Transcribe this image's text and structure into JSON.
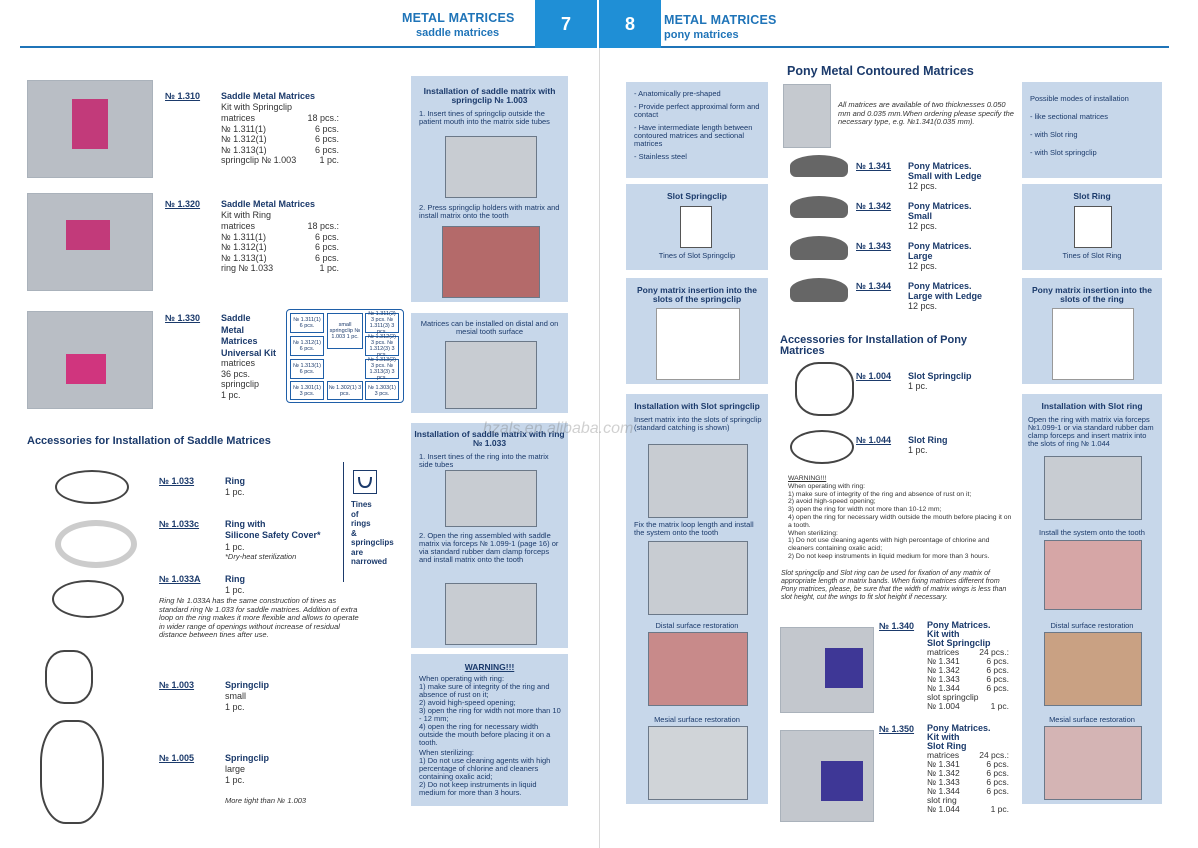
{
  "left": {
    "header_title": "METAL MATRICES",
    "header_sub": "saddle  matrices",
    "page_number": "7",
    "products": [
      {
        "num": "№ 1.310",
        "name": "Saddle Metal Matrices",
        "desc": "Kit with Springclip",
        "lines": [
          [
            "matrices",
            "18 pcs.:"
          ],
          [
            "№ 1.311(1)",
            "6 pcs."
          ],
          [
            "№ 1.312(1)",
            "6 pcs."
          ],
          [
            "№ 1.313(1)",
            "6 pcs."
          ],
          [
            "springclip № 1.003",
            "1 pc."
          ]
        ]
      },
      {
        "num": "№ 1.320",
        "name": "Saddle Metal Matrices",
        "desc": "Kit with Ring",
        "lines": [
          [
            "matrices",
            "18 pcs.:"
          ],
          [
            "№ 1.311(1)",
            "6 pcs."
          ],
          [
            "№ 1.312(1)",
            "6 pcs."
          ],
          [
            "№ 1.313(1)",
            "6 pcs."
          ],
          [
            "ring № 1.033",
            "1 pc."
          ]
        ]
      },
      {
        "num": "№ 1.330",
        "name_lines": [
          "Saddle",
          "Metal",
          "Matrices",
          "Universal Kit"
        ],
        "lines": [
          "matrices",
          "36 pcs.",
          "springclip",
          "1 pc."
        ]
      }
    ],
    "kit_grid": [
      "№ 1.311(1) 6 pcs.",
      "small springclip № 1.003 1 pc.",
      "№ 1.311(2) 3 pcs. № 1.311(3) 3 pcs.",
      "№ 1.312(1) 6 pcs.",
      "№ 1.312(2) 3 pcs. № 1.312(3) 3 pcs.",
      "№ 1.313(1) 6 pcs.",
      "№ 1.313(2) 3 pcs. № 1.313(3) 3 pcs.",
      "№ 1.301(1) 3 pcs.",
      "№ 1.302(1) 3 pcs.",
      "№ 1.303(1) 3 pcs."
    ],
    "accessories_title": "Accessories for Installation of Saddle Matrices",
    "accessories": [
      {
        "num": "№ 1.033",
        "name": "Ring",
        "qty": "1 pc."
      },
      {
        "num": "№ 1.033c",
        "name": "Ring with",
        "name2": "Silicone Safety Cover*",
        "qty": "1 pc.",
        "note": "*Dry-heat sterilization"
      },
      {
        "num": "№ 1.033A",
        "name": "Ring",
        "qty": "1 pc."
      },
      {
        "num": "№ 1.003",
        "name": "Springclip",
        "qty": "small",
        "qty2": "1 pc."
      },
      {
        "num": "№ 1.005",
        "name": "Springclip",
        "qty": "large",
        "qty2": "1 pc."
      }
    ],
    "ring_note": "Ring № 1.033A has the same construction of tines as standard ring № 1.033 for saddle matrices. Addition of extra loop on the ring makes it more flexible and allows to operate in wider range of openings without increase of residual distance between tines after use.",
    "more_tight": "More tight than № 1.003",
    "tines_note": [
      "Tines",
      "of",
      "rings",
      "&",
      "springclips",
      "are",
      "narrowed"
    ],
    "panel1_title": "Installation of saddle matrix with springclip № 1.003",
    "panel1_steps": [
      "1.  Insert tines of springclip outside the patient mouth into the matrix side tubes",
      "2.  Press springclip holders with matrix and install matrix onto the tooth"
    ],
    "panel2_text": "Matrices can be installed on distal and on mesial tooth surface",
    "panel3_title": "Installation of saddle matrix with ring № 1.033",
    "panel3_steps": [
      "1.  Insert tines of the ring into the matrix side tubes",
      "2.  Open the ring assembled with saddle matrix via forceps № 1.099-1 (page 16) or via standard rubber dam clamp forceps and install matrix onto the tooth"
    ],
    "warning_title": "WARNING!!!",
    "warning_lines": [
      "When operating with ring:",
      "1) make sure of integrity of the ring and absence of rust on it;",
      "2) avoid high-speed opening;",
      "3) open the ring for width not more than 10 - 12 mm;",
      "4) open the ring for necessary width outside the mouth before placing it on a tooth.",
      "When sterilizing:",
      "1) Do not use cleaning agents with high percentage of chlorine and cleaners containing oxalic acid;",
      "2) Do not keep instruments in liquid medium for more than 3 hours."
    ]
  },
  "right": {
    "header_title": "METAL MATRICES",
    "header_sub": "pony matrices",
    "page_number": "8",
    "main_title": "Pony Metal Contoured Matrices",
    "features": [
      "- Anatomically pre-shaped",
      "- Provide perfect approximal form and contact",
      "- Have intermediate length between contoured matrices and sectional matrices",
      "- Stainless steel"
    ],
    "thickness_note": "All matrices are available of two thicknesses 0.050 mm and 0.035 mm.When ordering please specify the necessary type, e.g. №1.341(0.035 mm).",
    "modes_title": "Possible modes of installation",
    "modes": [
      "- like sectional matrices",
      "- with Slot ring",
      "- with Slot springclip"
    ],
    "matrices": [
      {
        "num": "№ 1.341",
        "name": "Pony Matrices.",
        "name2": "Small with Ledge",
        "qty": "12 pcs."
      },
      {
        "num": "№ 1.342",
        "name": "Pony Matrices.",
        "name2": "Small",
        "qty": "12 pcs."
      },
      {
        "num": "№ 1.343",
        "name": "Pony Matrices.",
        "name2": "Large",
        "qty": "12 pcs."
      },
      {
        "num": "№ 1.344",
        "name": "Pony Matrices.",
        "name2": "Large with Ledge",
        "qty": "12 pcs."
      }
    ],
    "slot_springclip_title": "Slot Springclip",
    "slot_springclip_caption": "Tines of Slot Springclip",
    "slot_ring_title": "Slot Ring",
    "slot_ring_caption": "Tines of Slot Ring",
    "insertion_left": "Pony matrix insertion into the slots of the springclip",
    "insertion_right": "Pony matrix insertion into the slots of the ring",
    "acc_title": "Accessories for Installation of Pony Matrices",
    "acc": [
      {
        "num": "№ 1.004",
        "name": "Slot Springclip",
        "qty": "1 pc."
      },
      {
        "num": "№ 1.044",
        "name": "Slot Ring",
        "qty": "1 pc."
      }
    ],
    "warning_lines": [
      "WARNING!!!",
      "When operating with ring:",
      "1) make sure of integrity of the ring and absence of rust on it;",
      "2) avoid high-speed opening;",
      "3) open the ring for width not more than 10-12 mm;",
      "4) open the ring for necessary width outside the mouth before placing it on a tooth.",
      "When sterilizing:",
      "1) Do not use cleaning agents with high percentage of chlorine and cleaners containing oxalic acid;",
      "2) Do not keep instruments in liquid medium for more than 3 hours."
    ],
    "slot_note": "Slot springclip and Slot ring can be used for fixation of any matrix of appropriate length or matrix bands. When fixing matrices different from Pony matrices, please, be sure that the width of matrix wings is less than slot height, cut the wings to fit slot height if necessary.",
    "inst_springclip_title": "Installation with Slot springclip",
    "inst_springclip_text": "Insert matrix into the slots of springclip (standard catching is shown)",
    "fix_loop_text": "Fix the matrix loop length and install the system onto the tooth",
    "distal_caption": "Distal surface restoration",
    "mesial_caption": "Mesial surface restoration",
    "inst_ring_title": "Installation with Slot ring",
    "inst_ring_text": "Open the ring with matrix via forceps №1.099-1 or via standard rubber dam clamp forceps and insert matrix into the slots of ring № 1.044",
    "install_system_caption": "Install the system onto the tooth",
    "distal_caption_r": "Distal surface restoration",
    "mesial_caption_r": "Mesial surface restoration",
    "kits": [
      {
        "num": "№ 1.340",
        "name_lines": [
          "Pony Matrices.",
          "Kit with",
          "Slot Springclip"
        ],
        "lines": [
          [
            "matrices",
            "24 pcs.:"
          ],
          [
            "№ 1.341",
            "6 pcs."
          ],
          [
            "№ 1.342",
            "6 pcs."
          ],
          [
            "№ 1.343",
            "6 pcs."
          ],
          [
            "№ 1.344",
            "6 pcs."
          ],
          [
            "slot springclip",
            ""
          ],
          [
            "№ 1.004",
            "1 pc."
          ]
        ]
      },
      {
        "num": "№ 1.350",
        "name_lines": [
          "Pony Matrices.",
          "Kit with",
          "Slot Ring"
        ],
        "lines": [
          [
            "matrices",
            "24 pcs.:"
          ],
          [
            "№ 1.341",
            "6 pcs."
          ],
          [
            "№ 1.342",
            "6 pcs."
          ],
          [
            "№ 1.343",
            "6 pcs."
          ],
          [
            "№ 1.344",
            "6 pcs."
          ],
          [
            "slot ring",
            ""
          ],
          [
            "№ 1.044",
            "1 pc."
          ]
        ]
      }
    ]
  },
  "watermark": "hzals.en.alibaba.com"
}
